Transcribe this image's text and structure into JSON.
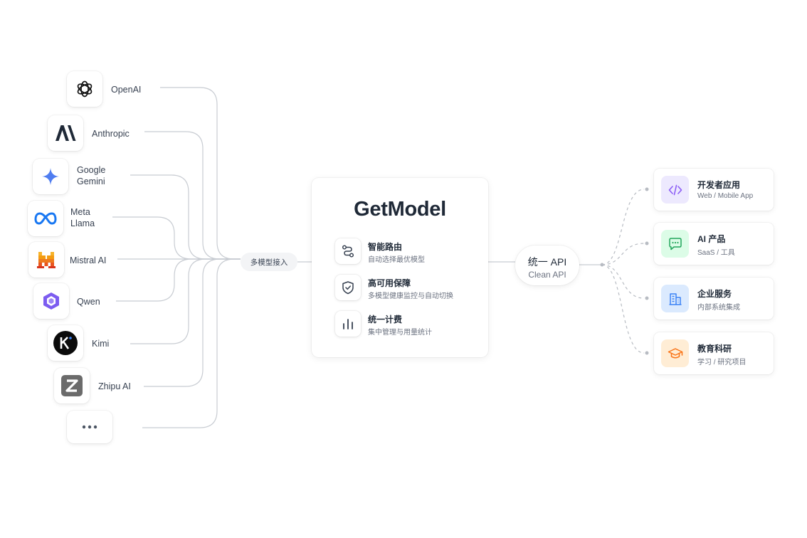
{
  "providers": [
    {
      "label": "OpenAI",
      "icon": "openai-icon"
    },
    {
      "label": "Anthropic",
      "icon": "anthropic-icon"
    },
    {
      "label": "Google\nGemini",
      "icon": "gemini-sparkle-icon"
    },
    {
      "label": "Meta\nLlama",
      "icon": "meta-infinity-icon"
    },
    {
      "label": "Mistral AI",
      "icon": "mistral-icon"
    },
    {
      "label": "Qwen",
      "icon": "qwen-icon"
    },
    {
      "label": "Kimi",
      "icon": "kimi-icon"
    },
    {
      "label": "Zhipu AI",
      "icon": "zhipu-icon"
    },
    {
      "label": "",
      "icon": "more-dots-icon"
    }
  ],
  "hub": {
    "label": "多模型接入"
  },
  "core": {
    "title": "GetModel",
    "features": [
      {
        "title": "智能路由",
        "subtitle": "自动选择最优模型",
        "icon": "route-icon"
      },
      {
        "title": "高可用保障",
        "subtitle": "多模型健康监控与自动切换",
        "icon": "shield-check-icon"
      },
      {
        "title": "统一计费",
        "subtitle": "集中管理与用量统计",
        "icon": "bar-chart-icon"
      }
    ]
  },
  "api": {
    "title": "统一 API",
    "subtitle": "Clean API"
  },
  "consumers": [
    {
      "title": "开发者应用",
      "subtitle": "Web / Mobile App",
      "icon": "code-icon",
      "color": "#8b5cf6",
      "bg": "#ede9fe"
    },
    {
      "title": "AI 产品",
      "subtitle": "SaaS / 工具",
      "icon": "chat-icon",
      "color": "#22a55b",
      "bg": "#dcfce7"
    },
    {
      "title": "企业服务",
      "subtitle": "内部系统集成",
      "icon": "building-icon",
      "color": "#3b82f6",
      "bg": "#dbeafe"
    },
    {
      "title": "教育科研",
      "subtitle": "学习 / 研究项目",
      "icon": "graduation-cap-icon",
      "color": "#f97316",
      "bg": "#ffedd5"
    }
  ],
  "colors": {
    "line": "#c8ccd2",
    "dashed": "#b8bcc3",
    "text": "#1f2937",
    "muted": "#6b7280"
  }
}
